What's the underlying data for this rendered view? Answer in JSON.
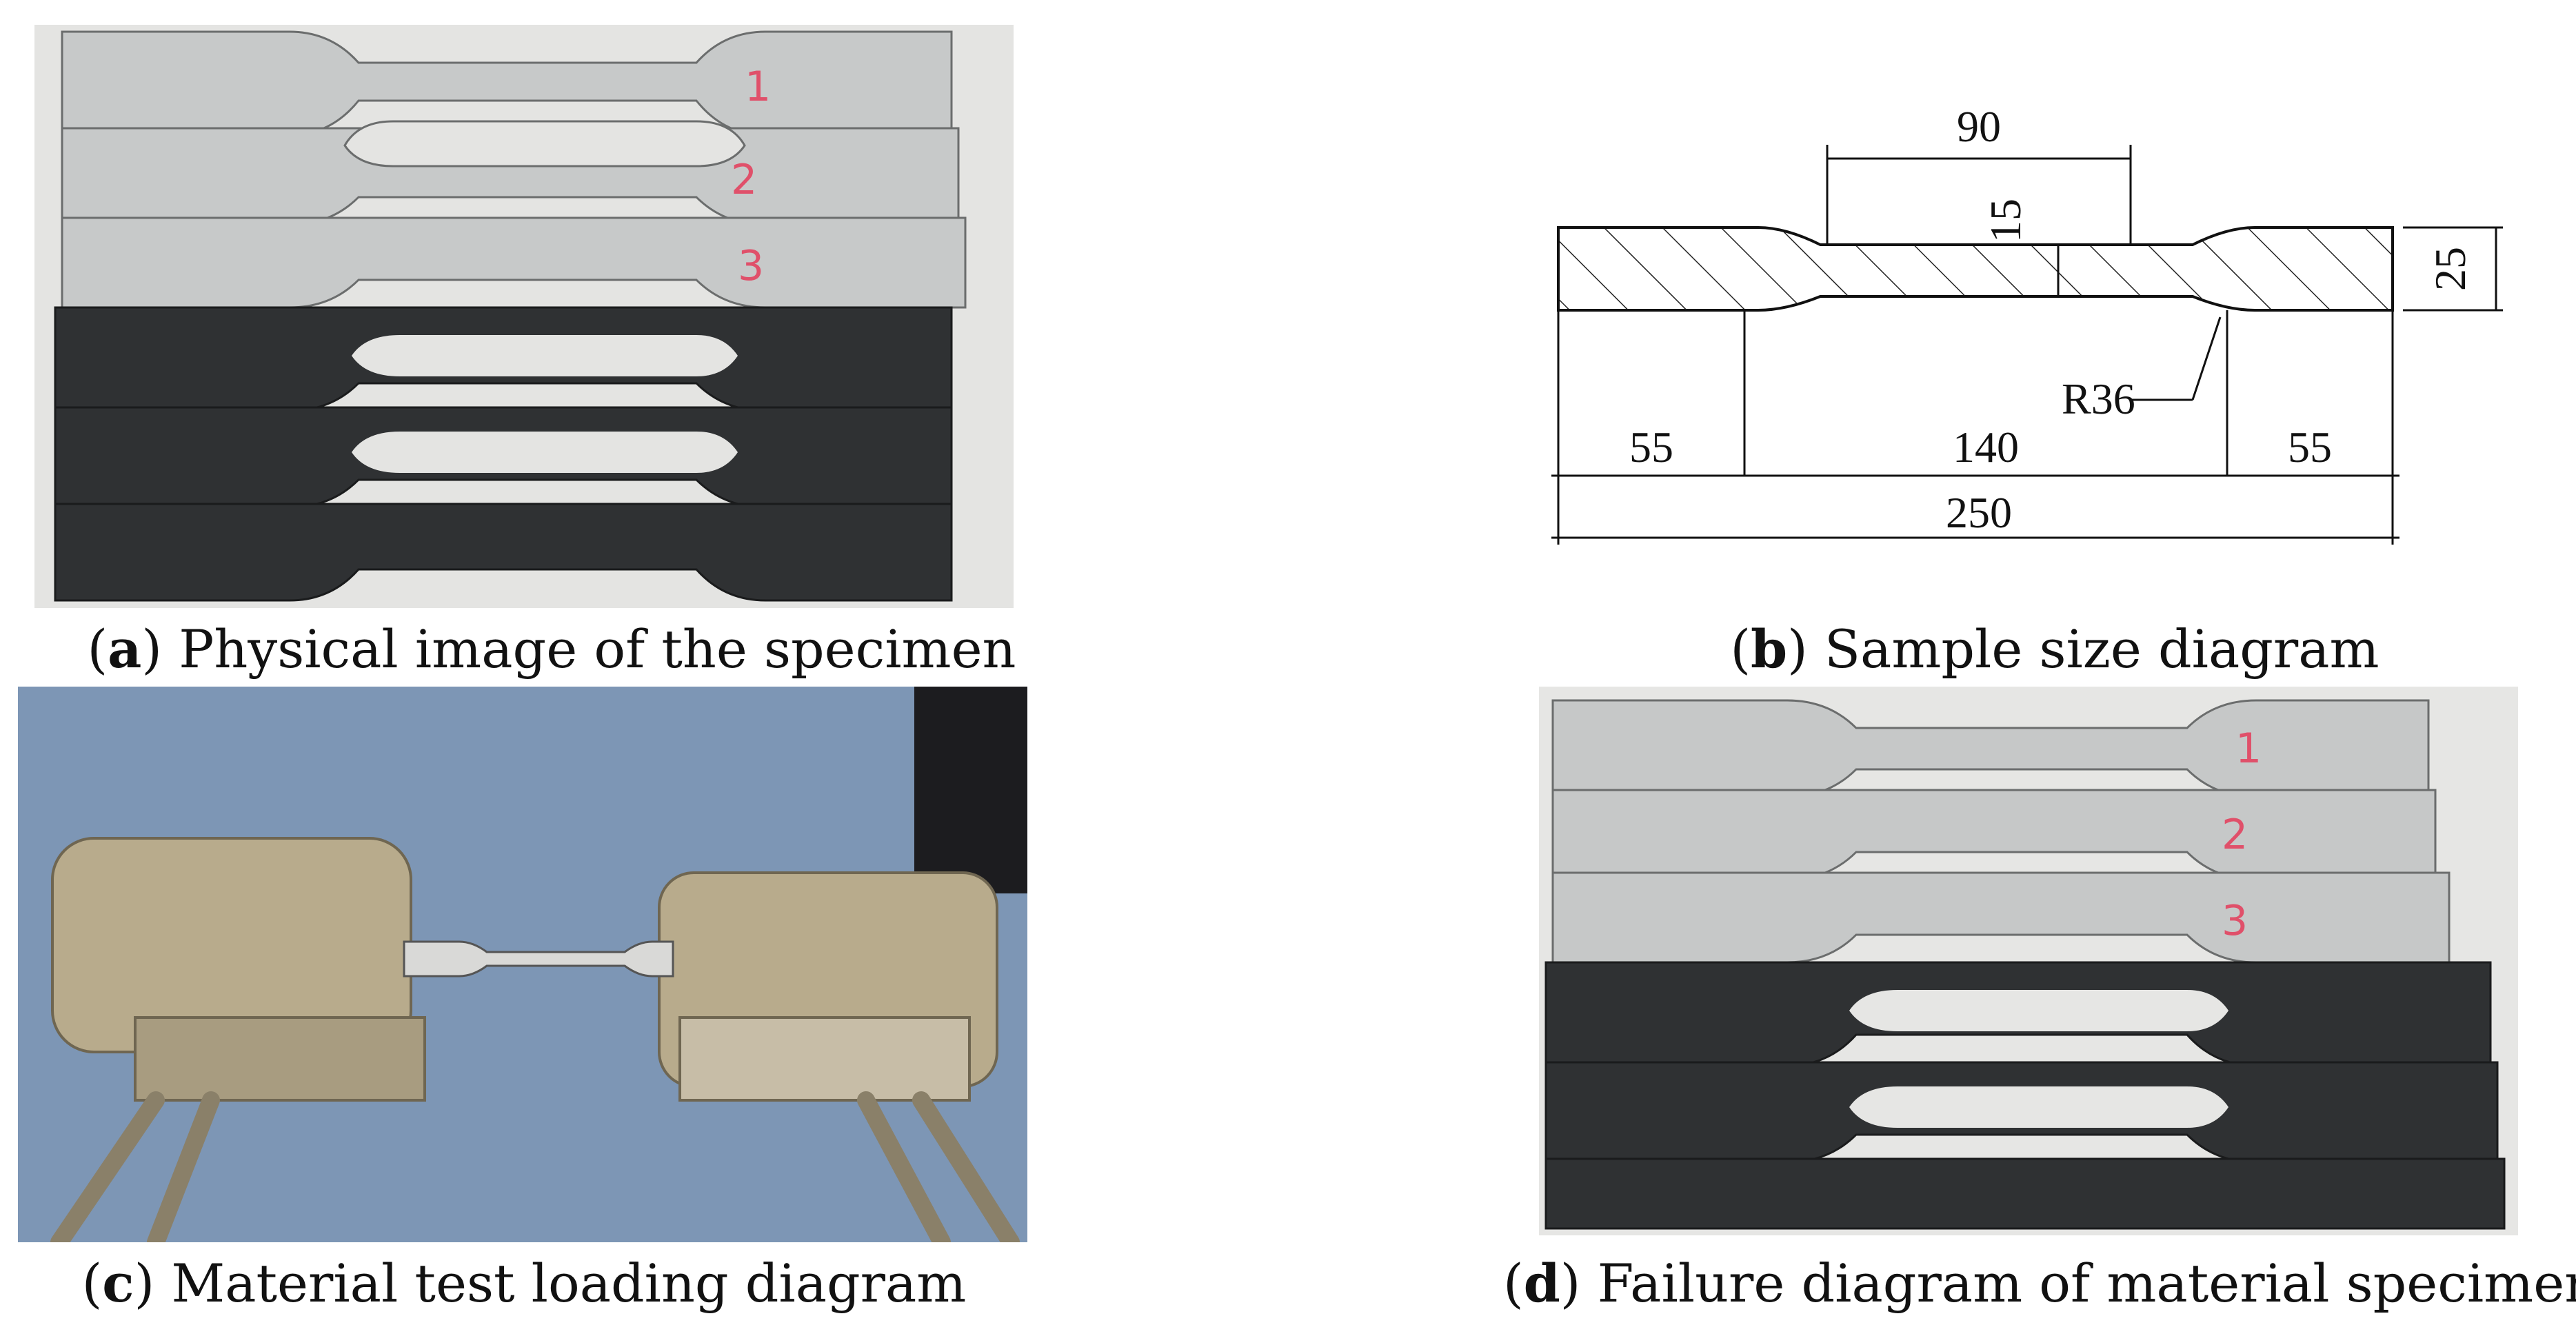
{
  "panels": {
    "a": {
      "letter": "a",
      "caption": "Physical image of the specimen",
      "specimen_marks": [
        "1",
        "2",
        "3"
      ]
    },
    "b": {
      "letter": "b",
      "caption": "Sample size diagram",
      "dimensions": {
        "gauge_length": "90",
        "width_narrow": "15",
        "width_end": "25",
        "radius": "R36",
        "end_left": "55",
        "middle": "140",
        "end_right": "55",
        "total": "250"
      }
    },
    "c": {
      "letter": "c",
      "caption": "Material test loading diagram"
    },
    "d": {
      "letter": "d",
      "caption": "Failure diagram of material specimens",
      "specimen_marks": [
        "1",
        "2",
        "3"
      ]
    }
  }
}
